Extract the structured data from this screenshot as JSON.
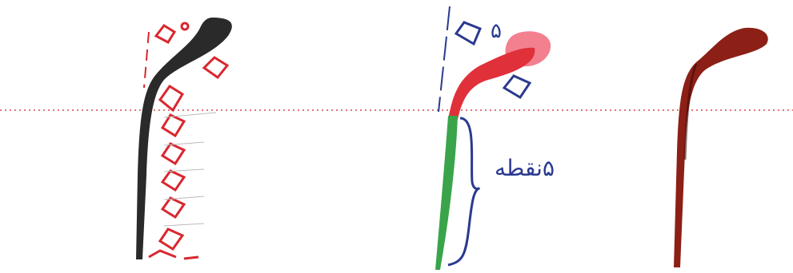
{
  "colors": {
    "guide_line": "#e57373",
    "ink_black": "#2a2a2a",
    "ink_red": "#e0303a",
    "ink_pink": "#f06a7a",
    "ink_green": "#3aa44a",
    "ink_dark_red": "#8c1f16",
    "annotation_red": "#d9272e",
    "annotation_blue": "#2b3a8f"
  },
  "annotations": {
    "dots_label": "۵",
    "dots_caption": "۵نقطه",
    "dot_count_small": "۵"
  },
  "icons": {
    "panel1": "calligraphy-stroke-black-icon",
    "panel2": "calligraphy-stroke-colored-icon",
    "panel3": "calligraphy-stroke-red-icon"
  }
}
